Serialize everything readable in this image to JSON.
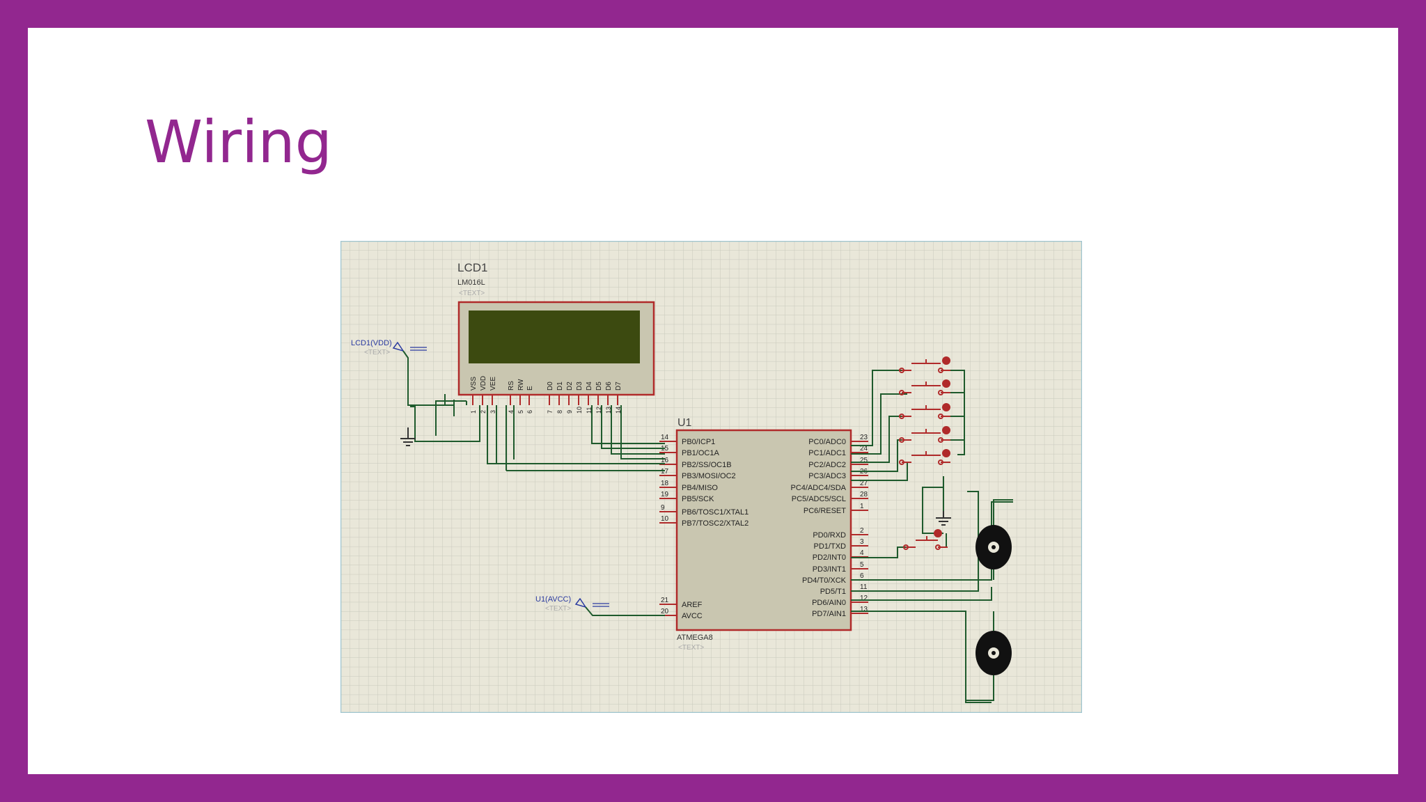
{
  "slide": {
    "title": "Wiring"
  },
  "colors": {
    "frame": "#92278f",
    "title": "#92278f",
    "grid_bg": "#e9e7d9",
    "wire": "#1e5a2c",
    "component": "#b02a2a",
    "chip_fill": "#c9c6b0",
    "lcd_screen": "#3c4a10"
  },
  "schematic": {
    "lcd": {
      "ref": "LCD1",
      "part": "LM016L",
      "text": "<TEXT>",
      "pins": [
        {
          "name": "VSS",
          "num": "1"
        },
        {
          "name": "VDD",
          "num": "2"
        },
        {
          "name": "VEE",
          "num": "3"
        },
        {
          "name": "RS",
          "num": "4"
        },
        {
          "name": "RW",
          "num": "5"
        },
        {
          "name": "E",
          "num": "6"
        },
        {
          "name": "D0",
          "num": "7"
        },
        {
          "name": "D1",
          "num": "8"
        },
        {
          "name": "D2",
          "num": "9"
        },
        {
          "name": "D3",
          "num": "10"
        },
        {
          "name": "D4",
          "num": "11"
        },
        {
          "name": "D5",
          "num": "12"
        },
        {
          "name": "D6",
          "num": "13"
        },
        {
          "name": "D7",
          "num": "14"
        }
      ]
    },
    "mcu": {
      "ref": "U1",
      "part": "ATMEGA8",
      "text": "<TEXT>",
      "left_pins": [
        {
          "num": "14",
          "name": "PB0/ICP1"
        },
        {
          "num": "15",
          "name": "PB1/OC1A"
        },
        {
          "num": "16",
          "name": "PB2/SS/OC1B"
        },
        {
          "num": "17",
          "name": "PB3/MOSI/OC2"
        },
        {
          "num": "18",
          "name": "PB4/MISO"
        },
        {
          "num": "19",
          "name": "PB5/SCK"
        },
        {
          "num": "9",
          "name": "PB6/TOSC1/XTAL1"
        },
        {
          "num": "10",
          "name": "PB7/TOSC2/XTAL2"
        },
        {
          "num": "21",
          "name": "AREF"
        },
        {
          "num": "20",
          "name": "AVCC"
        }
      ],
      "right_pins_c": [
        {
          "num": "23",
          "name": "PC0/ADC0"
        },
        {
          "num": "24",
          "name": "PC1/ADC1"
        },
        {
          "num": "25",
          "name": "PC2/ADC2"
        },
        {
          "num": "26",
          "name": "PC3/ADC3"
        },
        {
          "num": "27",
          "name": "PC4/ADC4/SDA"
        },
        {
          "num": "28",
          "name": "PC5/ADC5/SCL"
        },
        {
          "num": "1",
          "name": "PC6/RESET"
        }
      ],
      "right_pins_d": [
        {
          "num": "2",
          "name": "PD0/RXD"
        },
        {
          "num": "3",
          "name": "PD1/TXD"
        },
        {
          "num": "4",
          "name": "PD2/INT0"
        },
        {
          "num": "5",
          "name": "PD3/INT1"
        },
        {
          "num": "6",
          "name": "PD4/T0/XCK"
        },
        {
          "num": "11",
          "name": "PD5/T1"
        },
        {
          "num": "12",
          "name": "PD6/AIN0"
        },
        {
          "num": "13",
          "name": "PD7/AIN1"
        }
      ]
    },
    "terminals": [
      {
        "label": "LCD1(VDD)",
        "text": "<TEXT>"
      },
      {
        "label": "U1(AVCC)",
        "text": "<TEXT>"
      }
    ]
  }
}
